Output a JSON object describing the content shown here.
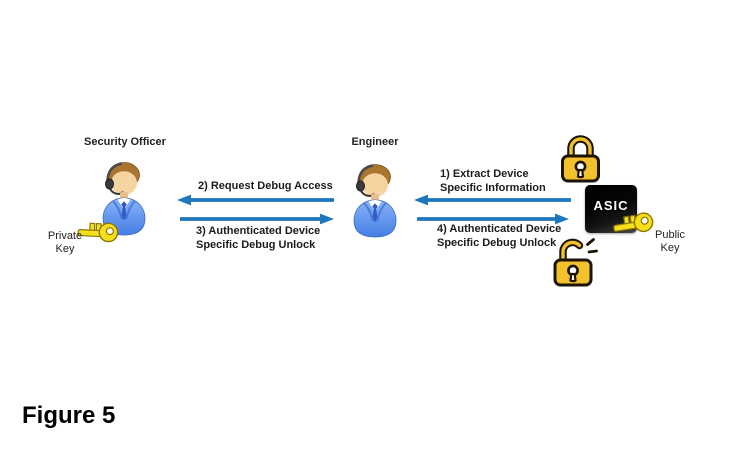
{
  "figure_caption": "Figure 5",
  "actors": {
    "security_officer": {
      "label": "Security Officer"
    },
    "engineer": {
      "label": "Engineer"
    },
    "asic": {
      "label": "ASIC"
    }
  },
  "keys": {
    "private": {
      "line1": "Private",
      "line2": "Key"
    },
    "public": {
      "line1": "Public",
      "line2": "Key"
    }
  },
  "messages": {
    "m1": {
      "line1": "1) Extract Device",
      "line2": "Specific Information",
      "direction": "left"
    },
    "m2": {
      "line1": "2) Request Debug Access",
      "direction": "left"
    },
    "m3": {
      "line1": "3) Authenticated Device",
      "line2": "Specific Debug Unlock",
      "direction": "right"
    },
    "m4": {
      "line1": "4) Authenticated Device",
      "line2": "Specific Debug Unlock",
      "direction": "right"
    }
  },
  "icons": {
    "security_officer": "person-with-headset-icon",
    "engineer": "person-with-headset-icon",
    "private_key": "yellow-key-icon",
    "public_key": "yellow-key-icon",
    "locked": "closed-padlock-icon",
    "unlocked": "open-padlock-icon"
  },
  "colors": {
    "arrow_blue": "#1e76bc",
    "lock_gold": "#f2c12c",
    "lock_outline": "#1c1400",
    "key_yellow": "#f4e11c",
    "chip_black": "#0a0a0a",
    "suit_blue": "#5f97ef",
    "text": "#1f1f1f"
  }
}
